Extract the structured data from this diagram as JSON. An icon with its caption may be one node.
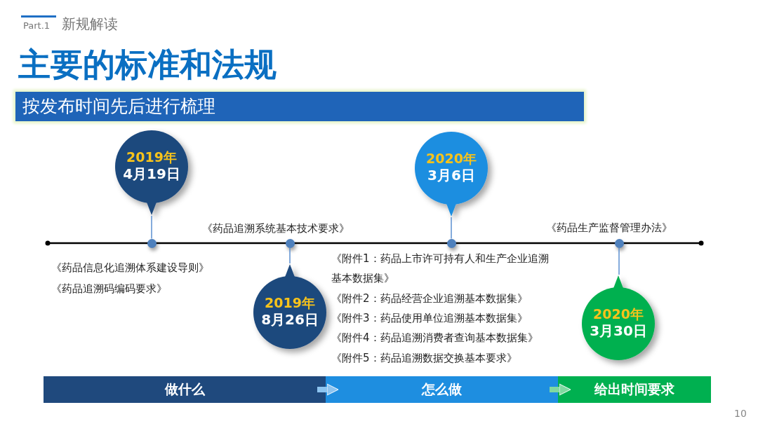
{
  "diagram": {
    "title": "主要的标准和法规",
    "nodes": [
      {
        "text": [
          "按发布时间先后进行梳理"
        ]
      },
      {
        "text": [
          "2019年",
          "4月19日"
        ]
      },
      {
        "text": [
          "2020年",
          "3月6日"
        ]
      },
      {
        "text": [],
        "shape": "circle"
      },
      {
        "text": [],
        "shape": "circle"
      },
      {
        "text": [],
        "shape": "circle"
      },
      {
        "text": [],
        "shape": "circle"
      },
      {
        "text": [
          "2019年",
          "8月26日"
        ]
      },
      {
        "text": [
          "2020年",
          "3月30日"
        ]
      },
      {
        "text": [
          "做什么"
        ]
      },
      {
        "text": [
          "怎么做"
        ]
      },
      {
        "text": [
          "给出时间要求"
        ]
      }
    ],
    "edges": [
      {
        "from": 1,
        "to": 3,
        "arrow": "none"
      },
      {
        "from": 7,
        "to": 4,
        "arrow": "none"
      },
      {
        "from": 2,
        "to": 5,
        "arrow": "none"
      },
      {
        "from": 8,
        "to": 6,
        "arrow": "none"
      },
      {
        "from": 9,
        "to": 10,
        "arrow": "to",
        "style": "thick",
        "color": "#8cc4f0"
      },
      {
        "from": 10,
        "to": 11,
        "arrow": "to",
        "style": "thick",
        "color": "#7fd9a0"
      }
    ],
    "labels": [
      "Part.1",
      "新规解读",
      "《药品追溯系统基本技术要求》",
      "《药品生产监督管理办法》",
      "《药品信息化追溯体系建设导则》",
      "《附件1：药品上市许可持有人和生产企业追溯基本数据集》",
      "《药品追溯码编码要求》",
      "《附件2：药品经营企业追溯基本数据集》",
      "《附件3：药品使用单位追溯基本数据集》",
      "《附件4：药品追溯消费者查询基本数据集》",
      "《附件5：药品追溯数据交换基本要求》",
      "10"
    ]
  }
}
